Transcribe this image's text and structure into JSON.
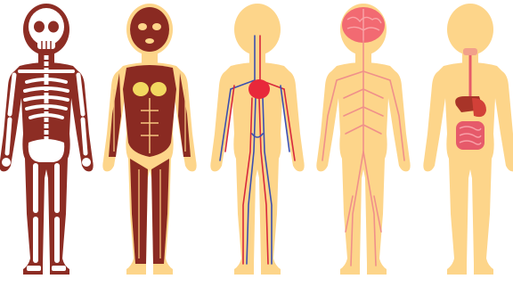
{
  "figures": [
    {
      "system": "skeletal",
      "icon": "skeleton-figure-icon"
    },
    {
      "system": "muscular",
      "icon": "muscle-figure-icon"
    },
    {
      "system": "circulatory",
      "icon": "circulatory-figure-icon"
    },
    {
      "system": "nervous",
      "icon": "nervous-figure-icon"
    },
    {
      "system": "digestive",
      "icon": "digestive-figure-icon"
    }
  ],
  "colors": {
    "skin": "#fdd58a",
    "muscle": "#8a2a22",
    "muscle_line": "#f6c680",
    "bone": "#ffffff",
    "bone_bg": "#8d2d24",
    "artery": "#d8283c",
    "vein": "#3b4fb0",
    "heart": "#e8283a",
    "brain": "#f26a72",
    "nerve": "#f0908a",
    "stomach": "#d24038",
    "intestine": "#e65a6a",
    "liver": "#a83428"
  }
}
